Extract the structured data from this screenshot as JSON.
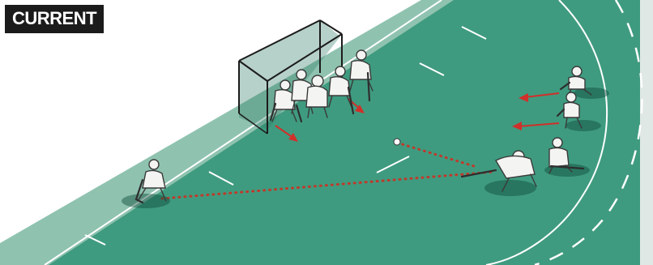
{
  "badge": {
    "label": "CURRENT"
  },
  "colors": {
    "pitch": "#3f9b7f",
    "pitch_light": "#8fc3b0",
    "lines": "#ffffff",
    "pass_dots": "#c0392b",
    "arrows": "#d0302a",
    "badge_bg": "#1b1b1b"
  },
  "scene": {
    "description_icons": [
      "goal-cage",
      "hockey-players",
      "ball",
      "movement-arrows",
      "pass-lines"
    ]
  }
}
